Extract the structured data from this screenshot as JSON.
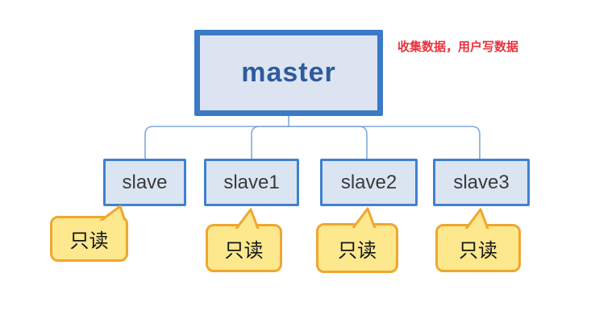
{
  "diagram": {
    "master": {
      "label": "master"
    },
    "slaves": [
      {
        "label": "slave"
      },
      {
        "label": "slave1"
      },
      {
        "label": "slave2"
      },
      {
        "label": "slave3"
      }
    ],
    "bubbles": [
      {
        "label": "只读"
      },
      {
        "label": "只读"
      },
      {
        "label": "只读"
      },
      {
        "label": "只读"
      }
    ],
    "annotation": "收集数据，用户写数据"
  },
  "theme": {
    "background": "#ffffff",
    "master_border": "#3a7ac6",
    "master_fill": "#dde4f1",
    "master_text": "#2d5b9d",
    "slave_border": "#4081cc",
    "slave_fill": "#dbe5f2",
    "slave_text": "#3a3a3a",
    "connector": "#80a9dc",
    "bubble_fill": "#fde88e",
    "bubble_border": "#f0a62f",
    "bubble_text": "#151515",
    "annotation_color": "#e8323e"
  }
}
